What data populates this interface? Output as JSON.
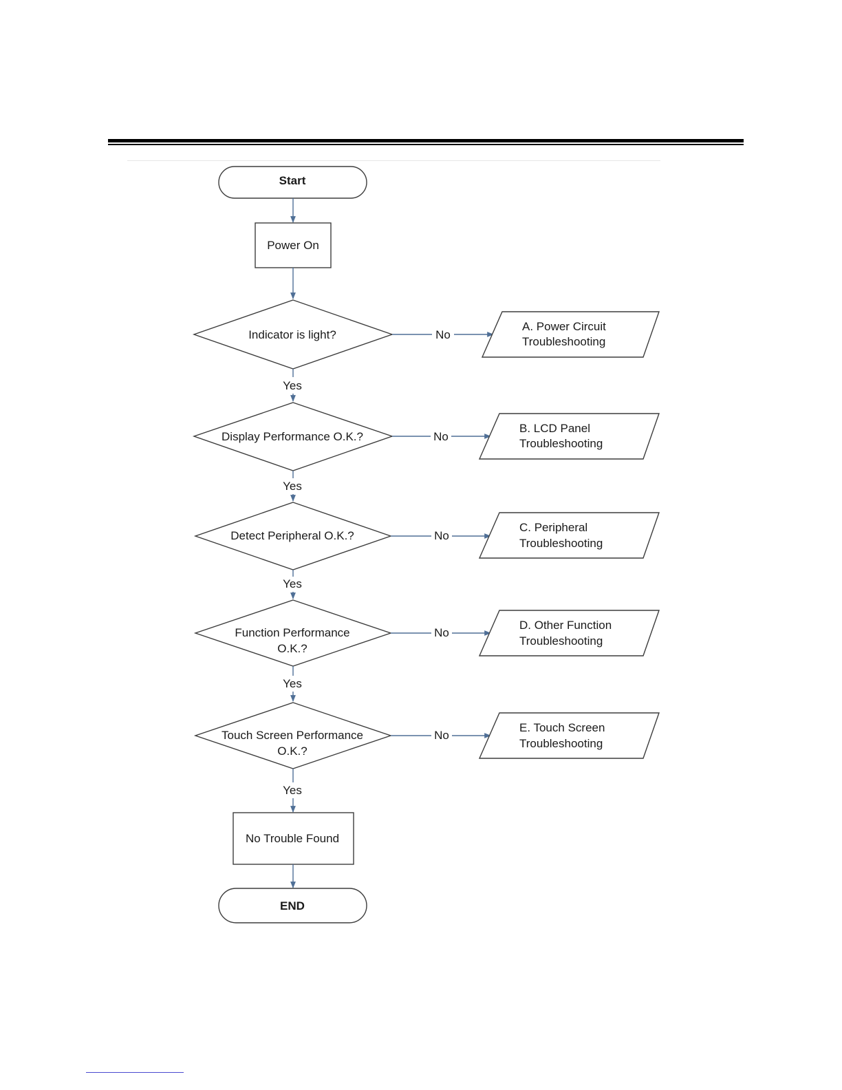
{
  "flowchart": {
    "start": "Start",
    "power_on": "Power On",
    "decisions": [
      {
        "lines": [
          "Indicator is light?"
        ],
        "yes": "Yes",
        "no": "No",
        "outcome": [
          "A. Power Circuit",
          "Troubleshooting"
        ]
      },
      {
        "lines": [
          "Display Performance O.K.?"
        ],
        "yes": "Yes",
        "no": "No",
        "outcome": [
          "B. LCD Panel",
          "Troubleshooting"
        ]
      },
      {
        "lines": [
          "Detect Peripheral O.K.?"
        ],
        "yes": "Yes",
        "no": "No",
        "outcome": [
          "C. Peripheral",
          "Troubleshooting"
        ]
      },
      {
        "lines": [
          "Function Performance",
          "O.K.?"
        ],
        "yes": "Yes",
        "no": "No",
        "outcome": [
          "D. Other Function",
          "Troubleshooting"
        ]
      },
      {
        "lines": [
          "Touch Screen Performance",
          "O.K.?"
        ],
        "yes": "Yes",
        "no": "No",
        "outcome": [
          "E. Touch Screen",
          "Troubleshooting"
        ]
      }
    ],
    "no_trouble": "No Trouble Found",
    "end": "END"
  }
}
